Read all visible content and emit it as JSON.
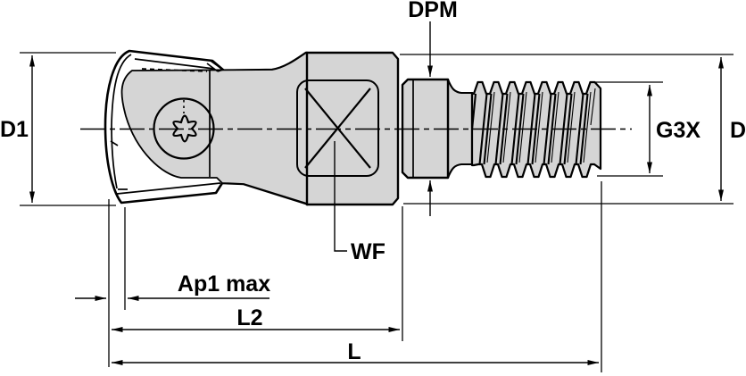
{
  "drawing": {
    "kind": "tool-dimension-drawing",
    "labels": {
      "dpm": "DPM",
      "d1": "D1",
      "g3x": "G3X",
      "d": "D",
      "wf": "WF",
      "ap1_max": "Ap1 max",
      "l2": "L2",
      "l": "L"
    },
    "colors": {
      "line": "#000000",
      "body_fill": "#d5d5d5",
      "background": "#ffffff"
    }
  }
}
